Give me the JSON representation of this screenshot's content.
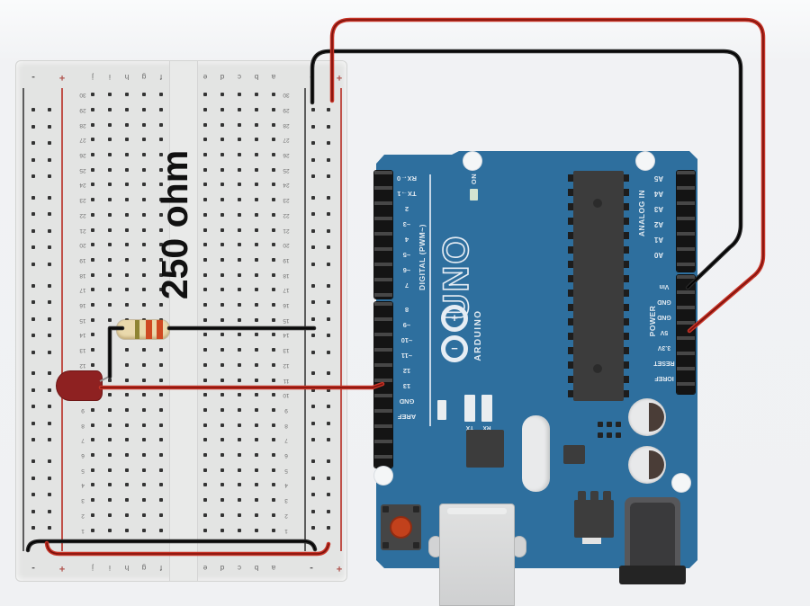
{
  "annotation": {
    "text": "250 ohm"
  },
  "breadboard": {
    "column_letters": [
      "j",
      "i",
      "h",
      "g",
      "f",
      "e",
      "d",
      "c",
      "b",
      "a"
    ],
    "row_numbers": [
      1,
      2,
      3,
      4,
      5,
      6,
      7,
      8,
      9,
      10,
      11,
      12,
      13,
      14,
      15,
      16,
      17,
      18,
      19,
      20,
      21,
      22,
      23,
      24,
      25,
      26,
      27,
      28,
      29,
      30
    ],
    "rail_negative": "-",
    "rail_positive": "+"
  },
  "arduino": {
    "board_name": "UNO",
    "brand": "ARDUINO",
    "on_label": "ON",
    "digital_header": "DIGITAL (PWM~)",
    "digital_pins_0_7": [
      "RX←0",
      "TX→1",
      "2",
      "~3",
      "4",
      "~5",
      "~6",
      "7"
    ],
    "digital_pins_8_aref": [
      "8",
      "~9",
      "~10",
      "~11",
      "12",
      "13",
      "GND",
      "AREF"
    ],
    "analog_header": "ANALOG IN",
    "analog_pins": [
      "A5",
      "A4",
      "A3",
      "A2",
      "A1",
      "A0"
    ],
    "power_header": "POWER",
    "power_pins": [
      "Vin",
      "GND",
      "GND",
      "5V",
      "3.3V",
      "RESET",
      "IOREF"
    ],
    "tx_label": "TX",
    "rx_label": "RX",
    "logo_plus": "+",
    "logo_minus": "−"
  },
  "components": {
    "led": {
      "body_color": "#8e2121"
    },
    "resistor": {
      "value": "250 ohm",
      "body_color": "#ead9ac",
      "band_colors": [
        "#8f8432",
        "#cf4a22",
        "#cf4a22"
      ]
    },
    "wires": {
      "red": {
        "color": "#c63427",
        "core": "#7e120c"
      },
      "black": {
        "color": "#262626",
        "core": "#000000"
      }
    }
  },
  "colors": {
    "arduino_blue": "#2e6f9e",
    "breadboard_gray": "#e3e4e3",
    "background": "#f0f1f3"
  }
}
